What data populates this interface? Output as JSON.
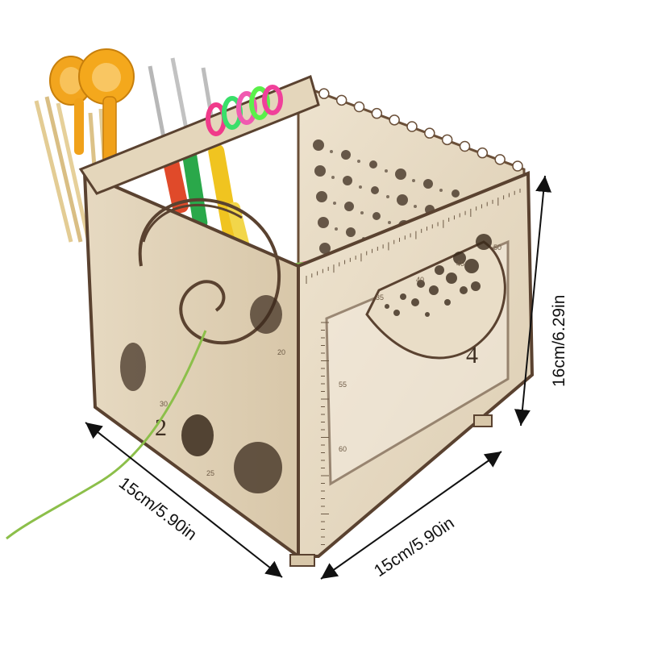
{
  "product": {
    "panel_numbers": {
      "left": "2",
      "right": "4"
    },
    "ruler_marks": [
      "20",
      "25",
      "30",
      "35",
      "40",
      "45",
      "50",
      "55",
      "60"
    ]
  },
  "dimensions": {
    "height_label": "16cm/6.29in",
    "depth_label": "15cm/5.90in",
    "width_label": "15cm/5.90in"
  },
  "colors": {
    "wood": "#e8dcc6",
    "wood_edge": "#5a4230",
    "yarn_primary": "#e85a8a",
    "background": "#ffffff"
  }
}
